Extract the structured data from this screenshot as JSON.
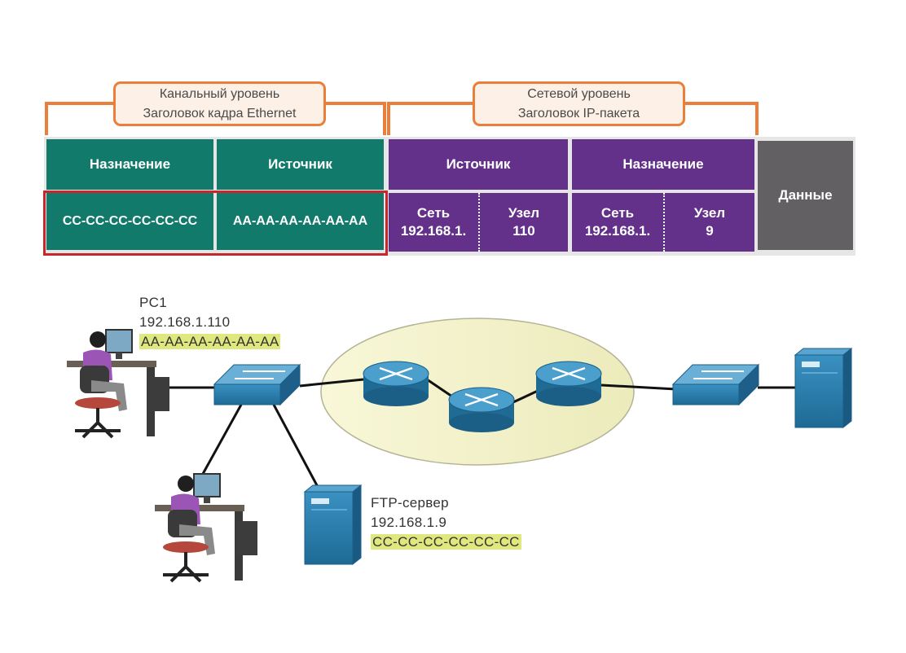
{
  "header": {
    "link_layer": {
      "line1": "Канальный уровень",
      "line2": "Заголовок кадра Ethernet"
    },
    "network_layer": {
      "line1": "Сетевой уровень",
      "line2": "Заголовок IP-пакета"
    }
  },
  "frame": {
    "eth_dest": {
      "title": "Назначение",
      "value": "CC-CC-CC-CC-CC-CC"
    },
    "eth_src": {
      "title": "Источник",
      "value": "AA-AA-AA-AA-AA-AA"
    },
    "ip_src": {
      "title": "Источник",
      "net_label": "Сеть",
      "net_value": "192.168.1.",
      "host_label": "Узел",
      "host_value": "110"
    },
    "ip_dest": {
      "title": "Назначение",
      "net_label": "Сеть",
      "net_value": "192.168.1.",
      "host_label": "Узел",
      "host_value": "9"
    },
    "data": {
      "title": "Данные"
    }
  },
  "pc1": {
    "name": "PC1",
    "ip": "192.168.1.110",
    "mac": "AA-AA-AA-AA-AA-AA"
  },
  "ftp": {
    "name": "FTP-сервер",
    "ip": "192.168.1.9",
    "mac": "CC-CC-CC-CC-CC-CC"
  },
  "colors": {
    "teal": "#127a6b",
    "purple": "#63308a",
    "gray": "#636063",
    "orange": "#e97f3a",
    "highlight": "#dfe87e",
    "selection_border": "#c8262b",
    "device_blue": "#2a7aa8",
    "network_cloud": "#f3f1c8"
  },
  "icons": [
    "pc-user-icon",
    "switch-icon",
    "router-icon",
    "server-icon"
  ]
}
